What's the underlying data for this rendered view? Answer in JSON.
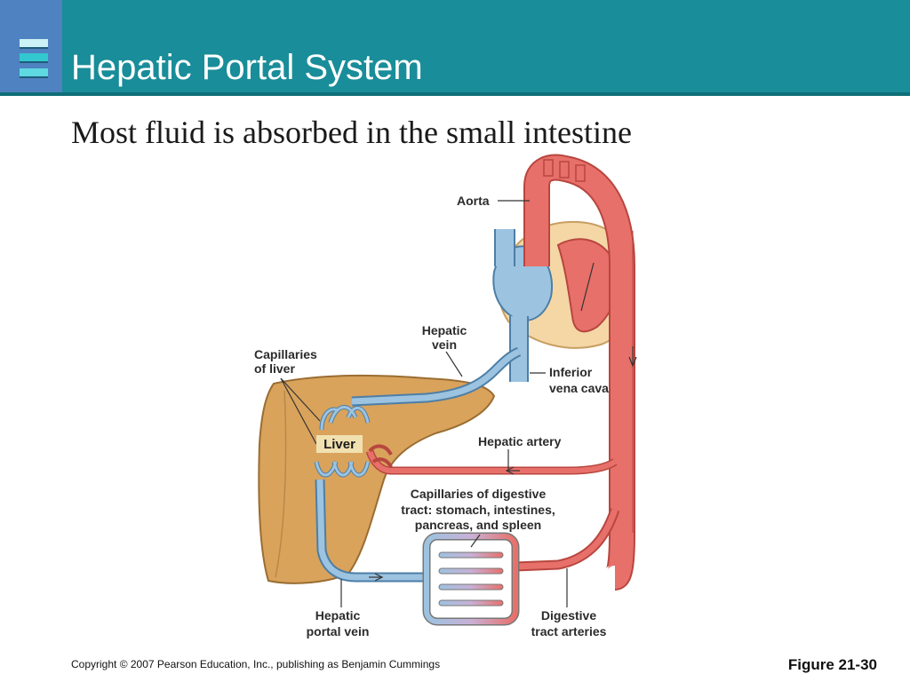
{
  "slide": {
    "title": "Hepatic Portal System",
    "subtitle": "Most fluid is absorbed in the small intestine"
  },
  "diagram": {
    "labels": {
      "aorta": "Aorta",
      "hepatic_vein_1": "Hepatic",
      "hepatic_vein_2": "vein",
      "capillaries_liver_1": "Capillaries",
      "capillaries_liver_2": "of liver",
      "inferior_vena_cava_1": "Inferior",
      "inferior_vena_cava_2": "vena cava",
      "liver": "Liver",
      "hepatic_artery": "Hepatic artery",
      "capillaries_digestive_1": "Capillaries of digestive",
      "capillaries_digestive_2": "tract: stomach, intestines,",
      "capillaries_digestive_3": "pancreas, and spleen",
      "hepatic_portal_vein_1": "Hepatic",
      "hepatic_portal_vein_2": "portal vein",
      "digestive_tract_arteries_1": "Digestive",
      "digestive_tract_arteries_2": "tract arteries"
    },
    "colors": {
      "artery": "#e8706a",
      "vein": "#9cc3e0",
      "liver": "#d9a35c",
      "heart_outer": "#f4d7a5"
    }
  },
  "footer": {
    "copyright": "Copyright © 2007 Pearson Education, Inc., publishing as Benjamin Cummings",
    "figure": "Figure 21-30"
  }
}
